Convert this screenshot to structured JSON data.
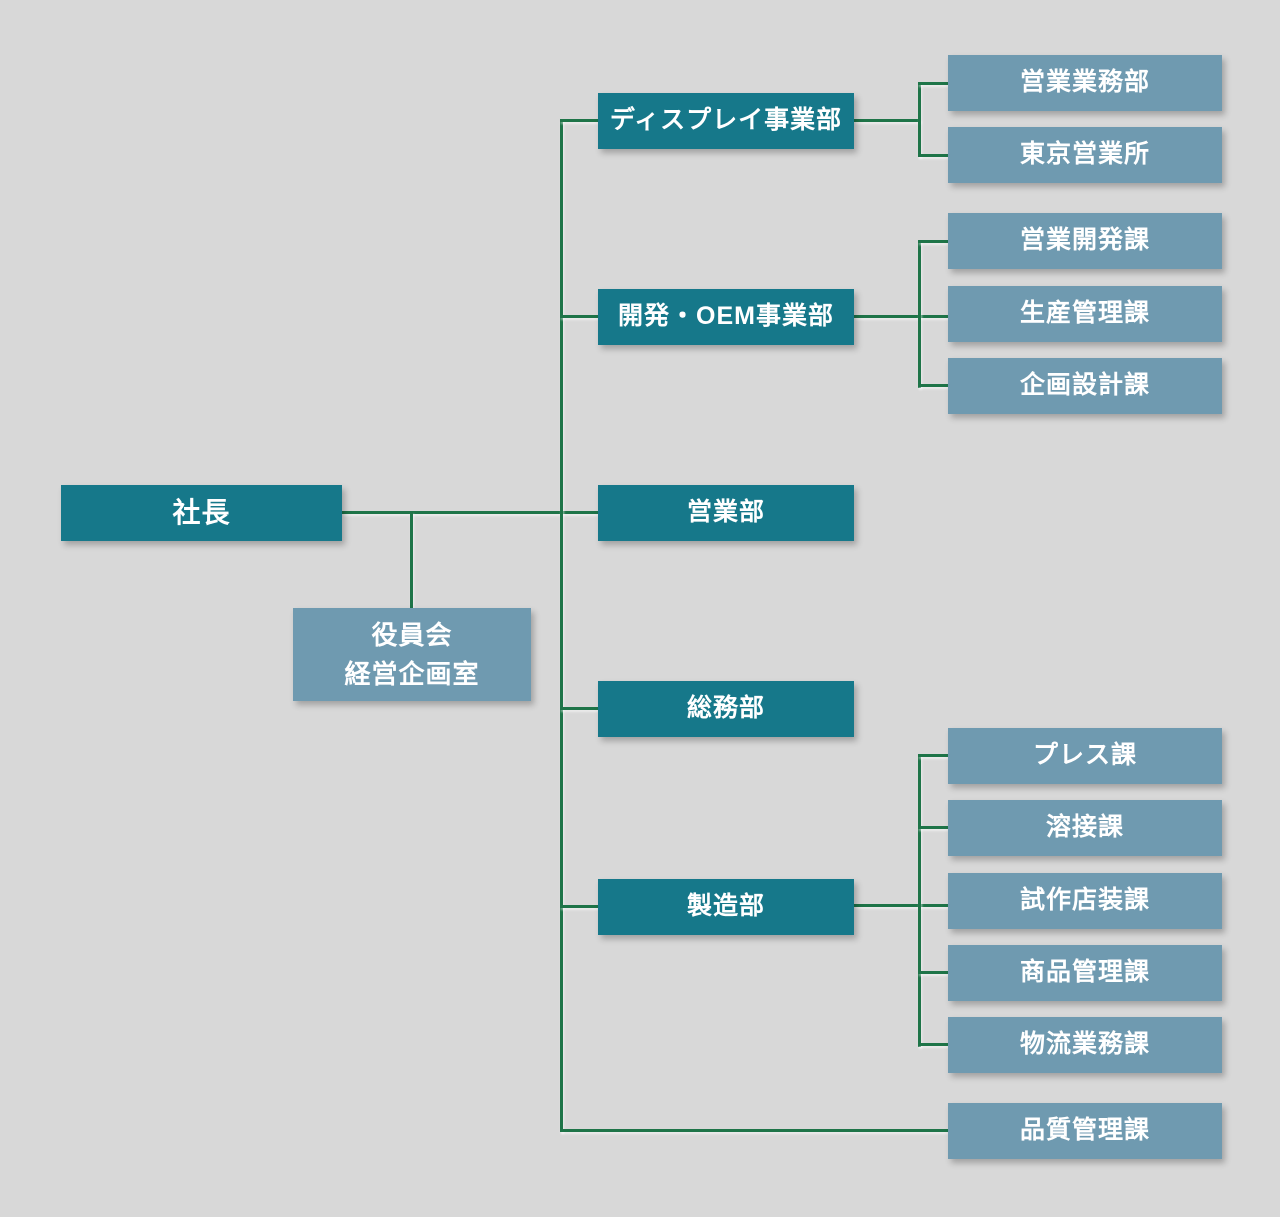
{
  "colors": {
    "background": "#d8d8d8",
    "primary_box": "#16788a",
    "secondary_box": "#6f9ab0",
    "connector_line": "#1e7448",
    "text": "#ffffff"
  },
  "org": {
    "president": {
      "label": "社長"
    },
    "staff": {
      "label": "役員会\n経営企画室"
    },
    "departments": [
      {
        "label": "ディスプレイ事業部",
        "children": [
          {
            "label": "営業業務部"
          },
          {
            "label": "東京営業所"
          }
        ]
      },
      {
        "label": "開発・OEM事業部",
        "children": [
          {
            "label": "営業開発課"
          },
          {
            "label": "生産管理課"
          },
          {
            "label": "企画設計課"
          }
        ]
      },
      {
        "label": "営業部",
        "children": []
      },
      {
        "label": "総務部",
        "children": []
      },
      {
        "label": "製造部",
        "children": [
          {
            "label": "プレス課"
          },
          {
            "label": "溶接課"
          },
          {
            "label": "試作店装課"
          },
          {
            "label": "商品管理課"
          },
          {
            "label": "物流業務課"
          }
        ]
      }
    ],
    "direct_unit": {
      "label": "品質管理課"
    }
  }
}
